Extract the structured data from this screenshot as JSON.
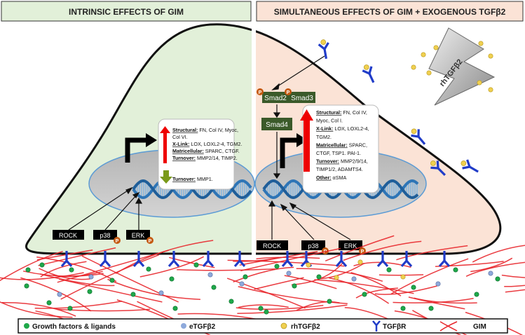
{
  "panels": {
    "left_title": "INTRINSIC EFFECTS OF GIM",
    "right_title": "SIMULTANEOUS EFFECTS OF GIM + EXOGENOUS TGFβ2"
  },
  "left_box": {
    "up_lines": [
      {
        "bold": "Structural:",
        "rest": " FN, Col IV, Myoc,"
      },
      {
        "bold": "",
        "rest": "Col VI."
      },
      {
        "bold": "X-Link:",
        "rest": " LOX, LOXL2-4, TGM2."
      },
      {
        "bold": "Matricellular:",
        "rest": " SPARC, CTGF."
      },
      {
        "bold": "Turnover:",
        "rest": " MMP2/14, TIMP2."
      }
    ],
    "down_lines": [
      {
        "bold": "Turnover:",
        "rest": " MMP1."
      }
    ]
  },
  "right_box": {
    "up_lines": [
      {
        "bold": "Structural:",
        "rest": " FN, Col IV,"
      },
      {
        "bold": "",
        "rest": "Myoc,  Col I."
      },
      {
        "bold": "X-Link:",
        "rest": " LOX, LOXL2-4,"
      },
      {
        "bold": "",
        "rest": "TGM2."
      },
      {
        "bold": "Matricellular:",
        "rest": " SPARC,"
      },
      {
        "bold": "",
        "rest": "CTGF, TSP1. PAI-1."
      },
      {
        "bold": "Turnover:",
        "rest": " MMP2/9/14,"
      },
      {
        "bold": "",
        "rest": "TIMP1/2, ADAMTS4."
      },
      {
        "bold": "Other:",
        "rest": " αSMA"
      }
    ]
  },
  "kinases": {
    "rock": "ROCK",
    "p38": "p38",
    "erk": "ERK",
    "phospho": "P"
  },
  "smads": {
    "smad2": "Smad2",
    "smad3": "Smad3",
    "smad4": "Smad4"
  },
  "bolt_label": "rhTGFβ2",
  "legend": {
    "growth": "Growth factors & ligands",
    "etgf": "eTGFβ2",
    "rhtgf": "rhTGFβ2",
    "receptor": "TGFβR",
    "gim": "GIM"
  },
  "colors": {
    "left_bg": "#e2f0d9",
    "right_bg": "#fbe3d6",
    "nucleus": "#c8c8c8",
    "dna": "#2e75b6",
    "mesh": "#e8262b",
    "receptor": "#203cc8",
    "growth_factor": "#1fa84a",
    "etgf": "#8ea9db",
    "rhtgf": "#f0d050",
    "smad": "#3b5a2a",
    "phospho": "#c55a11"
  }
}
